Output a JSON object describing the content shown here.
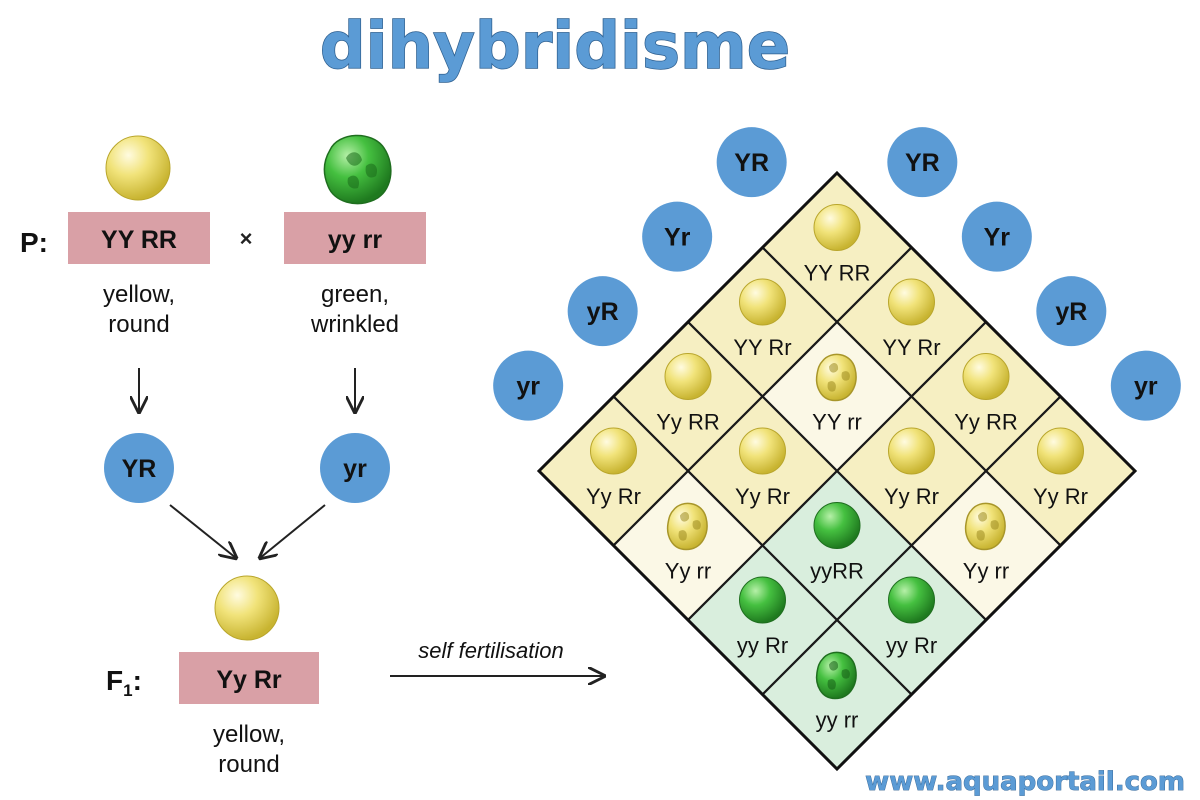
{
  "title": "dihybridisme",
  "watermark": "www.aquaportail.com",
  "parents": {
    "prefix": "P:",
    "cross_symbol": "×",
    "left": {
      "genotype": "YY RR",
      "phenotype_line1": "yellow,",
      "phenotype_line2": "round",
      "seed": "yellow-round-seed-icon"
    },
    "right": {
      "genotype": "yy rr",
      "phenotype_line1": "green,",
      "phenotype_line2": "wrinkled",
      "seed": "green-wrinkled-seed-icon"
    }
  },
  "gametes": {
    "left": "YR",
    "right": "yr"
  },
  "f1": {
    "prefix": "F",
    "prefix_sub": "1",
    "prefix_colon": ":",
    "genotype": "Yy Rr",
    "phenotype_line1": "yellow,",
    "phenotype_line2": "round"
  },
  "self_fertilisation_label": "self fertilisation",
  "punnett": {
    "gametes_left": [
      "YR",
      "Yr",
      "yR",
      "yr"
    ],
    "gametes_right": [
      "YR",
      "Yr",
      "yR",
      "yr"
    ],
    "cells": [
      [
        "YY RR",
        "YY Rr",
        "Yy RR",
        "Yy Rr"
      ],
      [
        "YY Rr",
        "YY rr",
        "Yy Rr",
        "Yy rr"
      ],
      [
        "Yy RR",
        "Yy Rr",
        "yyRR",
        "yy Rr"
      ],
      [
        "Yy Rr",
        "Yy rr",
        "yy Rr",
        "yy rr"
      ]
    ]
  },
  "colors": {
    "title_blue": "#5b9bd5",
    "gamete_blue": "#5b9bd5",
    "genotype_box": "#d9a0a6",
    "cell_yellow": "#f6efc2",
    "cell_light": "#fbf8e6",
    "cell_green": "#d9eedd",
    "seed_yellow": "#e8d95a",
    "seed_green": "#3cb043"
  }
}
